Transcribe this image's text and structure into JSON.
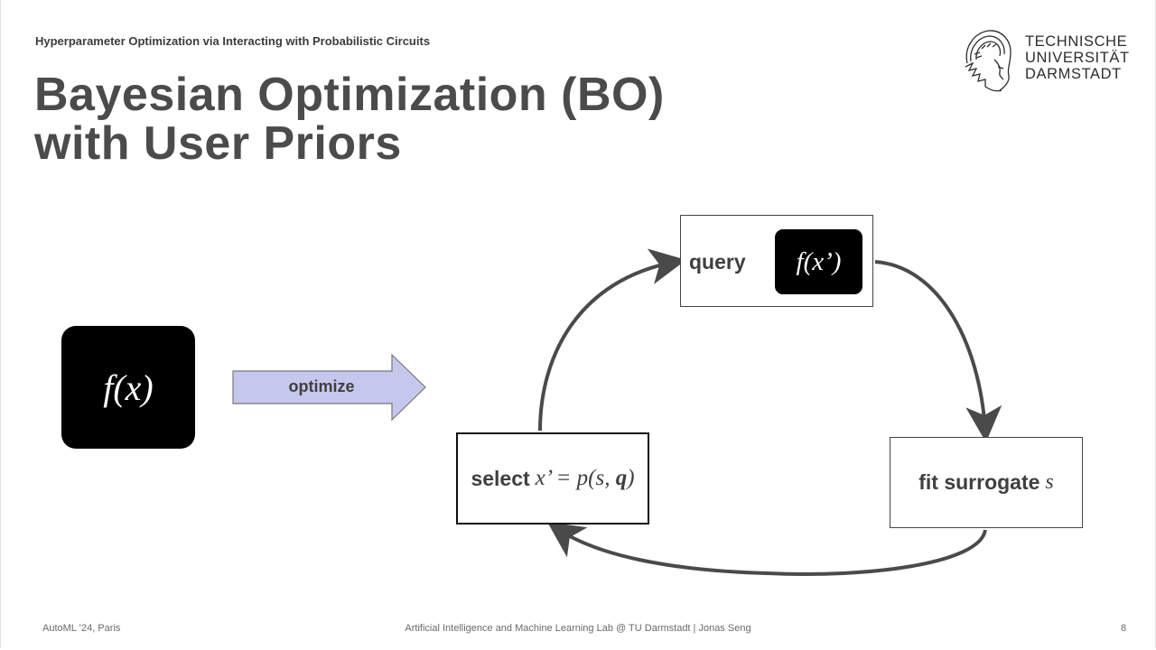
{
  "header": {
    "subtitle": "Hyperparameter Optimization via Interacting with Probabilistic Circuits",
    "title_line1": "Bayesian Optimization (BO)",
    "title_line2": "with User Priors"
  },
  "logo": {
    "line1": "TECHNISCHE",
    "line2": "UNIVERSITÄT",
    "line3": "DARMSTADT"
  },
  "diagram": {
    "objective": "f(x)",
    "optimize_label": "optimize",
    "query_label": "query",
    "query_eval": "f(x’)",
    "fit_label": "fit surrogate",
    "fit_var": "s",
    "select_label": "select",
    "select_eq_lhs": "x’ = p(s, ",
    "select_eq_q": "q",
    "select_eq_rhs": ")"
  },
  "footer": {
    "left": "AutoML ’24, Paris",
    "center": "Artificial Intelligence and Machine Learning Lab @ TU Darmstadt | Jonas Seng",
    "page": "8"
  },
  "colors": {
    "arrow_fill": "#c5c8ec",
    "arrow_stroke": "#777777",
    "cycle_stroke": "#4a4a4a",
    "title": "#4b4b4b"
  }
}
